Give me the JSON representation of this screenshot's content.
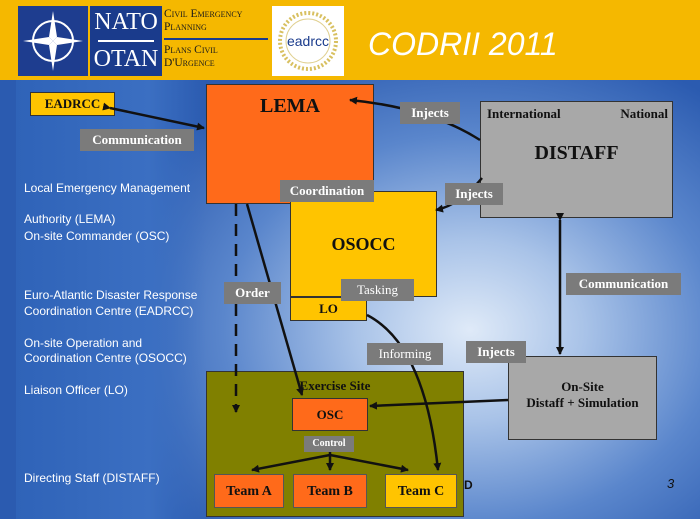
{
  "header": {
    "nato": "NATO",
    "otan": "OTAN",
    "cep_line1": "Civil Emergency",
    "cep_line2": "Planning",
    "pcu_line1": "Plans Civil",
    "pcu_line2": "D'Urgence",
    "logo_text": "eadrcc",
    "title": "CODRII 2011"
  },
  "boxes": {
    "eadrcc": "EADRCC",
    "lema": "LEMA",
    "osocc": "OSOCC",
    "lo": "LO",
    "distaff": "DISTAFF",
    "international": "International",
    "national": "National",
    "exercise_site": "Exercise Site",
    "osc": "OSC",
    "control": "Control",
    "team_a": "Team A",
    "team_b": "Team B",
    "team_c": "Team C",
    "onsite_line1": "On-Site",
    "onsite_line2": "Distaff + Simulation"
  },
  "labels": {
    "communication_top": "Communication",
    "injects_top": "Injects",
    "coordination": "Coordination",
    "injects_mid": "Injects",
    "order": "Order",
    "tasking": "Tasking",
    "communication_right": "Communication",
    "informing": "Informing",
    "injects_bottom": "Injects"
  },
  "legend": {
    "lema_1": "Local Emergency Management",
    "lema_2": "Authority (LEMA)",
    "osc": "On-site Commander (OSC)",
    "eadrcc_1": "Euro-Atlantic Disaster Response",
    "eadrcc_2": "Coordination Centre (EADRCC)",
    "osocc_1": "On-site Operation and",
    "osocc_2": "Coordination Centre (OSOCC)",
    "lo": "Liaison Officer (LO)",
    "distaff": "Directing Staff  (DISTAFF)"
  },
  "footer": {
    "fragment": "D",
    "page": "3"
  },
  "colors": {
    "header_bg": "#f5b800",
    "lema": "#ff6a1a",
    "osocc": "#ffc400",
    "distaff": "#a8a8a8",
    "exercise_site": "#808000",
    "teams": "#ff6a1a",
    "label_bg": "#7b7b7b"
  }
}
